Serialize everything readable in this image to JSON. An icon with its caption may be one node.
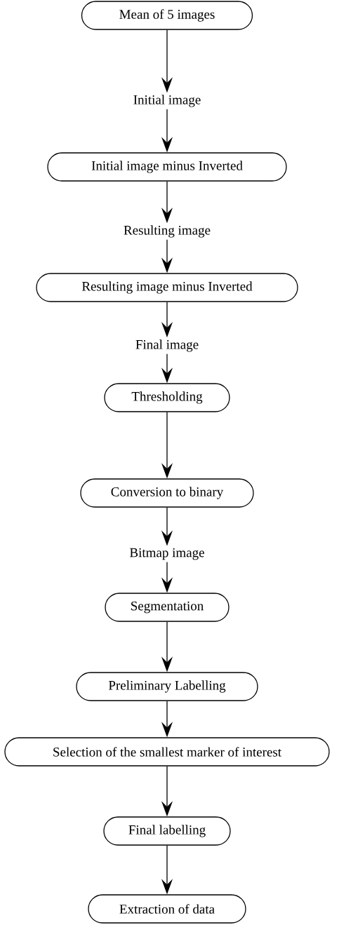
{
  "diagram": {
    "nodes": [
      {
        "text": [
          "Mean of 5 images"
        ]
      },
      {
        "text": [
          "Initial image"
        ]
      },
      {
        "text": [
          "Initial image  minus  Inverted"
        ]
      },
      {
        "text": [
          "Resulting image"
        ]
      },
      {
        "text": [
          "Resulting image  minus  Inverted"
        ]
      },
      {
        "text": [
          "Final image"
        ]
      },
      {
        "text": [
          "Thresholding"
        ]
      },
      {
        "text": [
          "Conversion to binary"
        ]
      },
      {
        "text": [
          "Bitmap image"
        ]
      },
      {
        "text": [
          "Segmentation"
        ]
      },
      {
        "text": [
          "Preliminary Labelling"
        ]
      },
      {
        "text": [
          "Selection of the smallest marker of interest"
        ]
      },
      {
        "text": [
          "Final labelling"
        ]
      },
      {
        "text": [
          "Extraction of data"
        ]
      }
    ],
    "edges": [
      {
        "from": 0,
        "to": 1,
        "arrow": "to"
      },
      {
        "from": 1,
        "to": 2,
        "arrow": "to"
      },
      {
        "from": 2,
        "to": 3,
        "arrow": "to"
      },
      {
        "from": 3,
        "to": 4,
        "arrow": "to"
      },
      {
        "from": 4,
        "to": 5,
        "arrow": "to"
      },
      {
        "from": 5,
        "to": 6,
        "arrow": "to"
      },
      {
        "from": 6,
        "to": 7,
        "arrow": "to"
      },
      {
        "from": 7,
        "to": 8,
        "arrow": "to"
      },
      {
        "from": 8,
        "to": 9,
        "arrow": "to"
      },
      {
        "from": 9,
        "to": 10,
        "arrow": "to"
      },
      {
        "from": 10,
        "to": 11,
        "arrow": "to"
      },
      {
        "from": 11,
        "to": 12,
        "arrow": "to"
      },
      {
        "from": 12,
        "to": 13,
        "arrow": "to"
      }
    ]
  }
}
